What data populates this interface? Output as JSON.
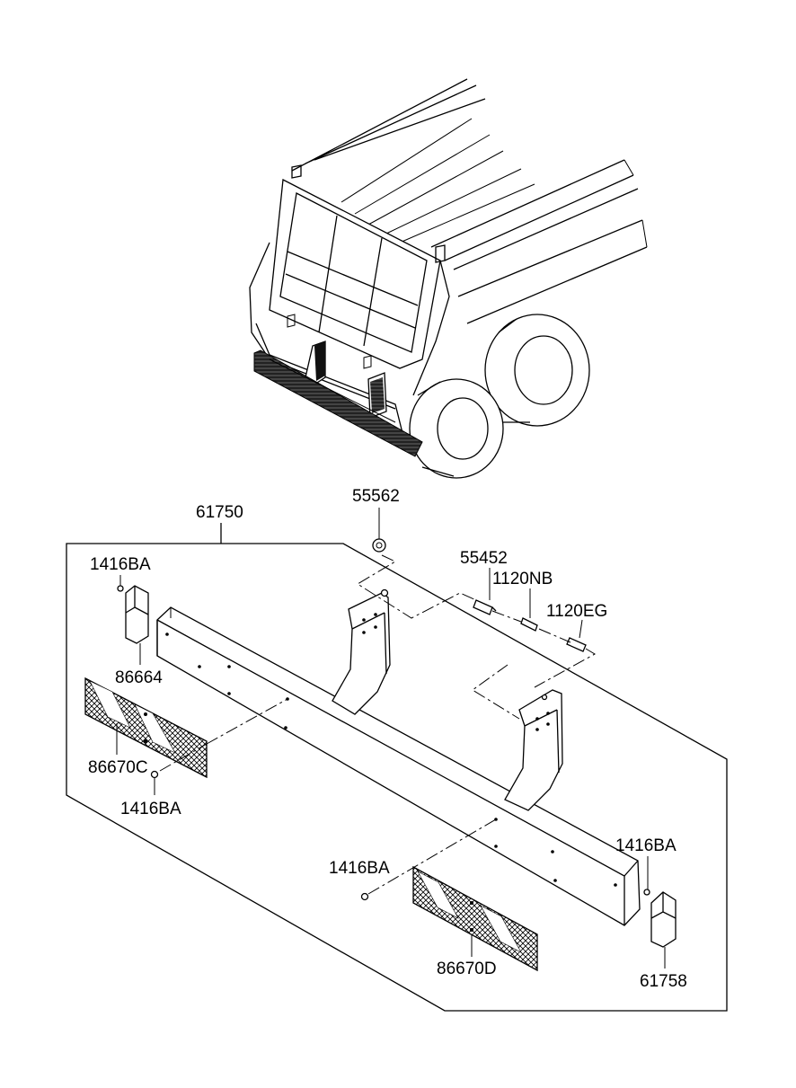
{
  "diagram": {
    "labels": {
      "assembly": "61750",
      "nut": "55562",
      "bolt_a": "55452",
      "bolt_b": "1120NB",
      "bolt_c": "1120EG",
      "screw_top_left": "1416BA",
      "end_cap_left": "86664",
      "reflector_left": "86670C",
      "screw_mid_left": "1416BA",
      "screw_mid_right": "1416BA",
      "screw_right": "1416BA",
      "reflector_right": "86670D",
      "end_cap_right": "61758"
    }
  }
}
